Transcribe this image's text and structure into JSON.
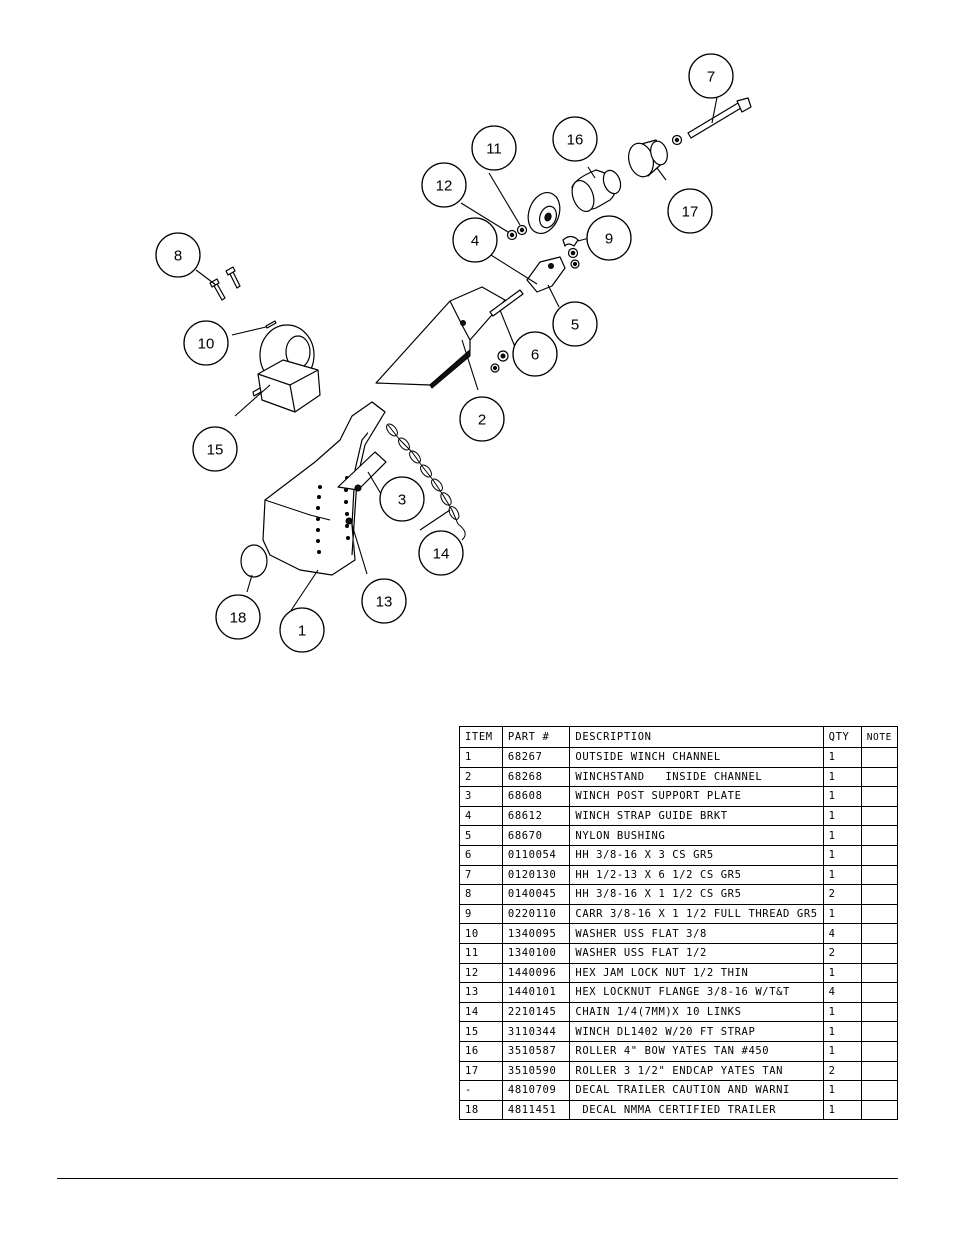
{
  "callouts": [
    "1",
    "2",
    "3",
    "4",
    "5",
    "6",
    "7",
    "8",
    "9",
    "10",
    "11",
    "12",
    "13",
    "14",
    "15",
    "16",
    "17",
    "18"
  ],
  "table": {
    "headers": [
      "ITEM",
      "PART #",
      "DESCRIPTION",
      "QTY",
      "NOTE"
    ],
    "rows": [
      [
        "1",
        "68267",
        "OUTSIDE WINCH CHANNEL",
        "1",
        ""
      ],
      [
        "2",
        "68268",
        "WINCHSTAND   INSIDE CHANNEL",
        "1",
        ""
      ],
      [
        "3",
        "68608",
        "WINCH POST SUPPORT PLATE",
        "1",
        ""
      ],
      [
        "4",
        "68612",
        "WINCH STRAP GUIDE BRKT",
        "1",
        ""
      ],
      [
        "5",
        "68670",
        "NYLON BUSHING",
        "1",
        ""
      ],
      [
        "6",
        "0110054",
        "HH 3/8-16 X 3 CS GR5",
        "1",
        ""
      ],
      [
        "7",
        "0120130",
        "HH 1/2-13 X 6 1/2 CS GR5",
        "1",
        ""
      ],
      [
        "8",
        "0140045",
        "HH 3/8-16 X 1 1/2 CS GR5",
        "2",
        ""
      ],
      [
        "9",
        "0220110",
        "CARR 3/8-16 X 1 1/2 FULL THREAD GR5",
        "1",
        ""
      ],
      [
        "10",
        "1340095",
        "WASHER USS FLAT 3/8",
        "4",
        ""
      ],
      [
        "11",
        "1340100",
        "WASHER USS FLAT 1/2",
        "2",
        ""
      ],
      [
        "12",
        "1440096",
        "HEX JAM LOCK NUT 1/2 THIN",
        "1",
        ""
      ],
      [
        "13",
        "1440101",
        "HEX LOCKNUT FLANGE 3/8-16 W/T&T",
        "4",
        ""
      ],
      [
        "14",
        "2210145",
        "CHAIN 1/4(7MM)X 10 LINKS",
        "1",
        ""
      ],
      [
        "15",
        "3110344",
        "WINCH DL1402 W/20 FT STRAP",
        "1",
        ""
      ],
      [
        "16",
        "3510587",
        "ROLLER 4\" BOW YATES TAN #450",
        "1",
        ""
      ],
      [
        "17",
        "3510590",
        "ROLLER 3 1/2\" ENDCAP YATES TAN",
        "2",
        ""
      ],
      [
        "-",
        "4810709",
        "DECAL TRAILER CAUTION AND WARNI",
        "1",
        ""
      ],
      [
        "18",
        "4811451",
        " DECAL NMMA CERTIFIED TRAILER",
        "1",
        ""
      ]
    ]
  }
}
